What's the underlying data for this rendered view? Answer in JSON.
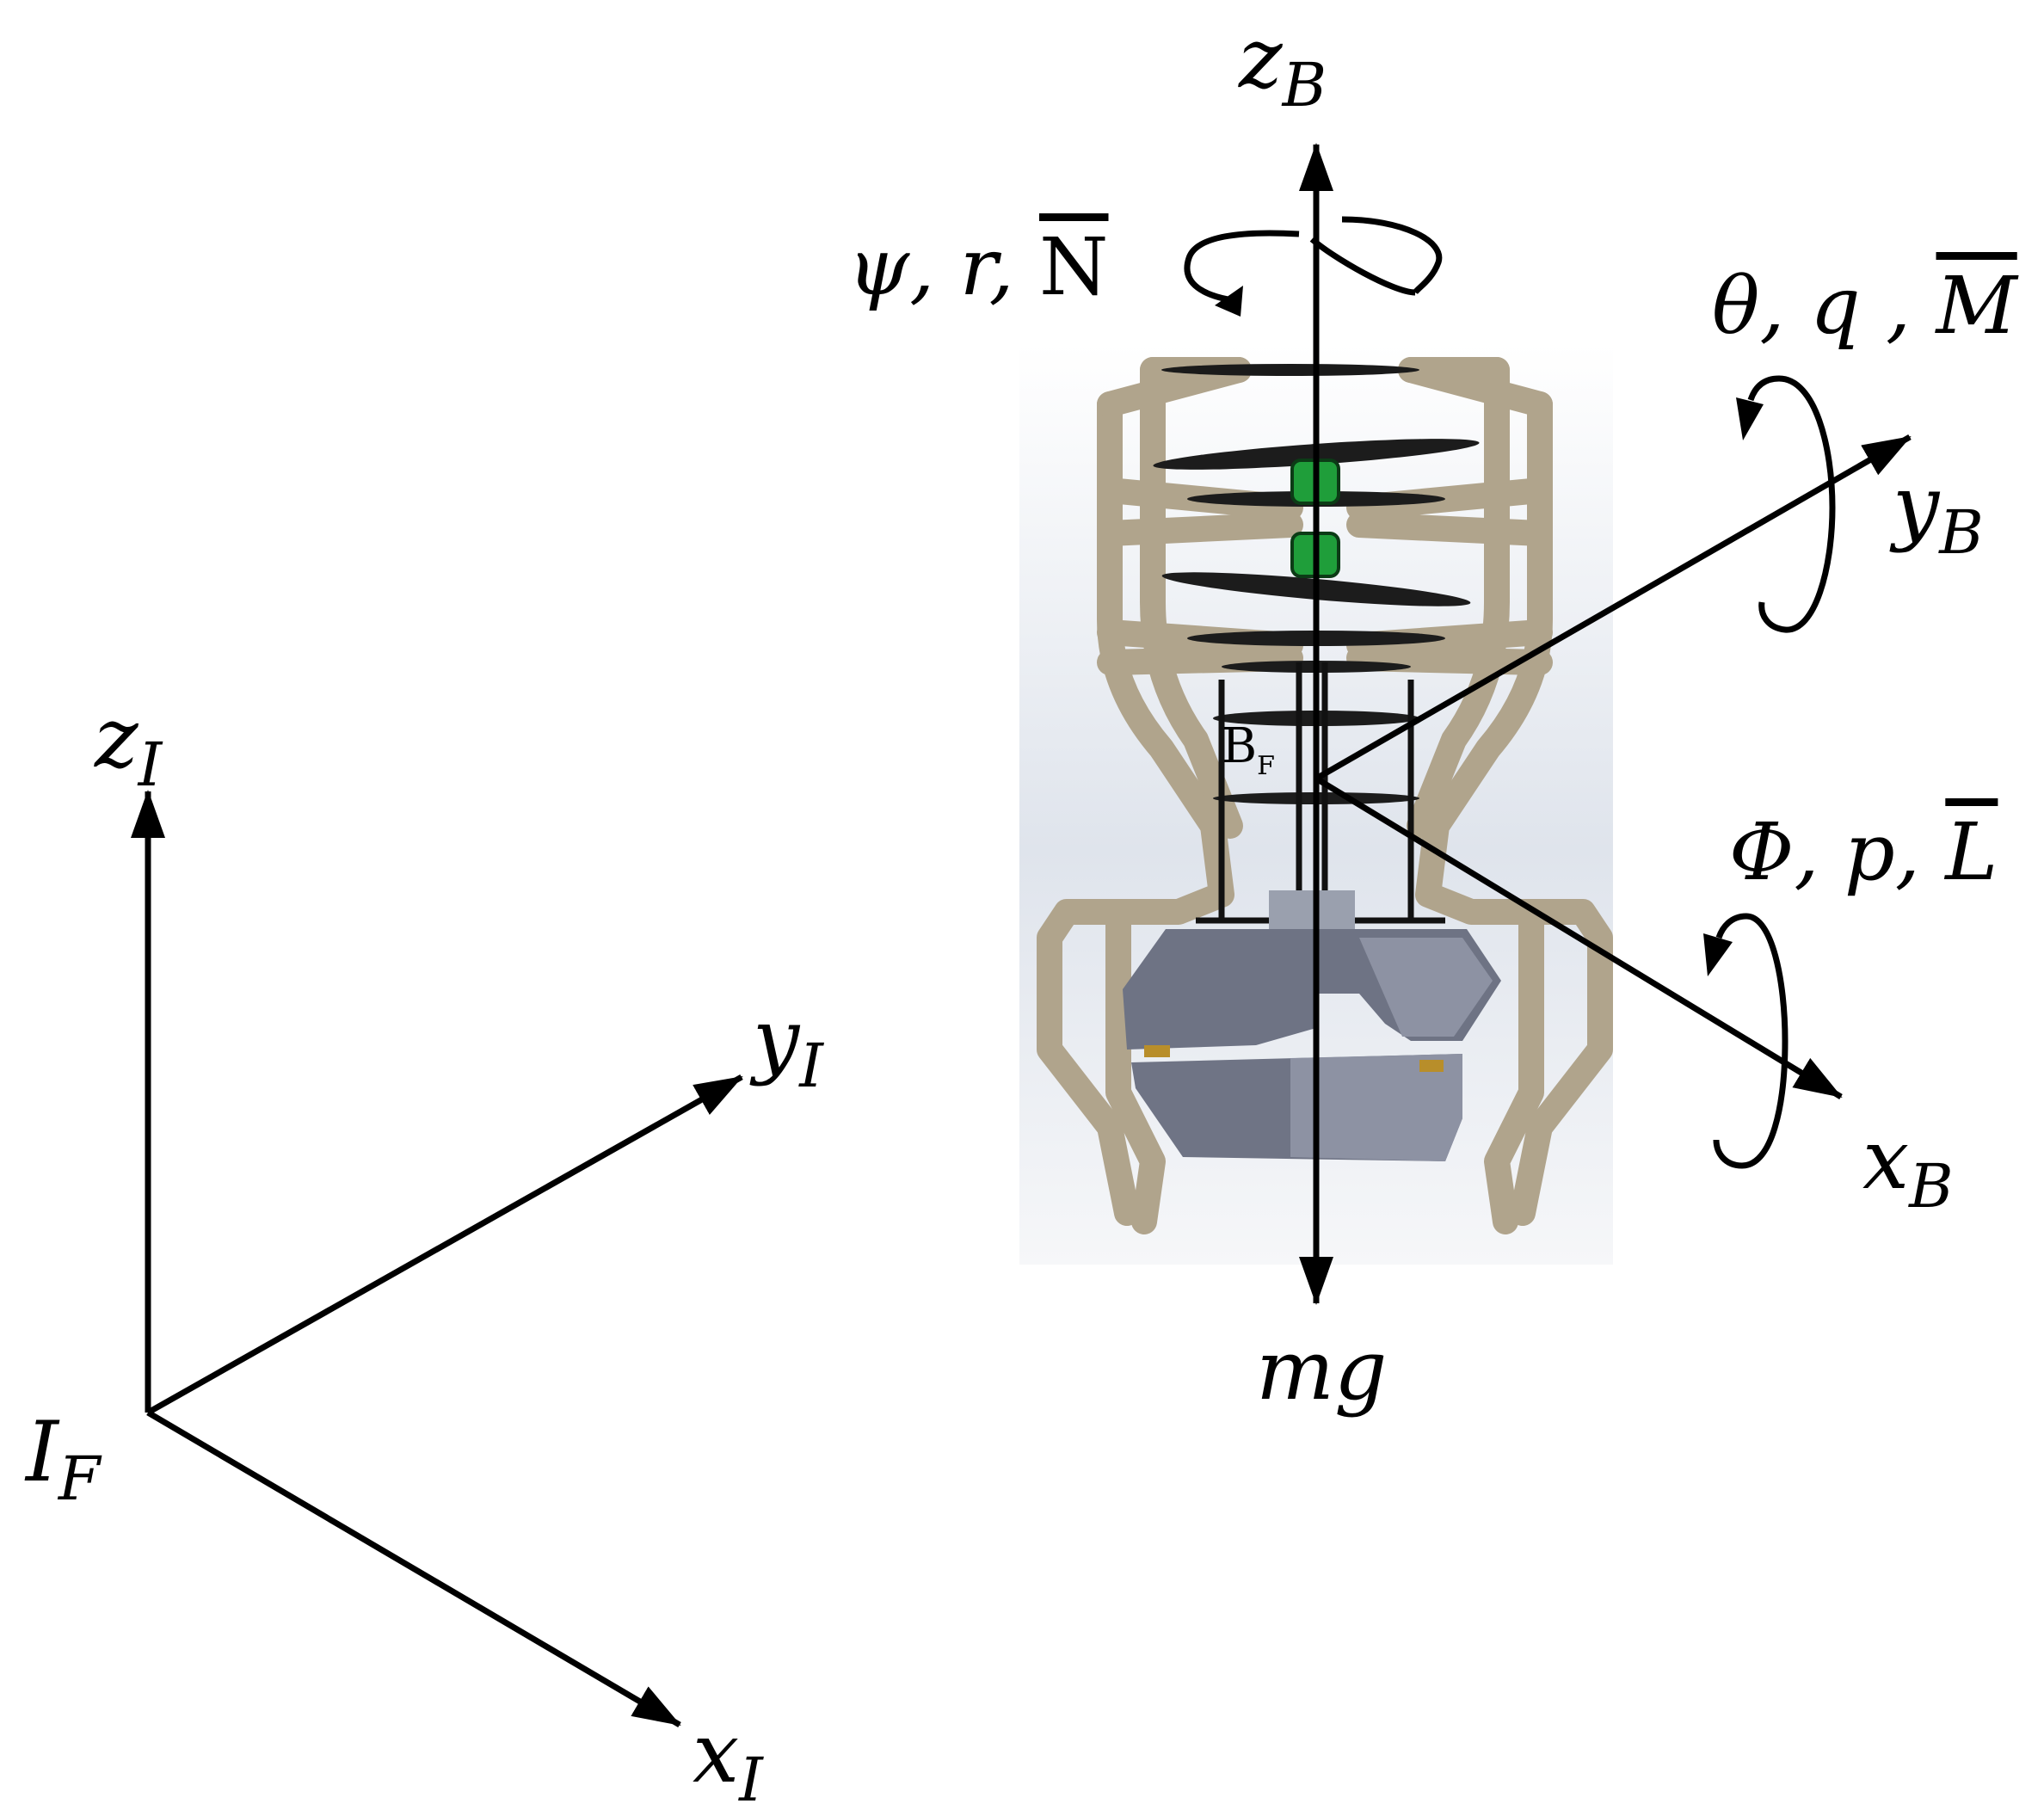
{
  "inertial_frame": {
    "origin": {
      "base": "I",
      "sub": "F"
    },
    "x_axis": {
      "base": "x",
      "sub": "I"
    },
    "y_axis": {
      "base": "y",
      "sub": "I"
    },
    "z_axis": {
      "base": "z",
      "sub": "I"
    }
  },
  "body_frame": {
    "origin": {
      "base": "B",
      "sub": "F"
    },
    "x_axis": {
      "base": "x",
      "sub": "B"
    },
    "y_axis": {
      "base": "y",
      "sub": "B"
    },
    "z_axis": {
      "base": "z",
      "sub": "B"
    }
  },
  "rotations": {
    "yaw": {
      "prefix": "ψ, r, ",
      "moment": "N"
    },
    "pitch": {
      "prefix": "θ, q , ",
      "moment": "M"
    },
    "roll": {
      "prefix": "Φ, p, ",
      "moment": "L"
    }
  },
  "gravity": "mg",
  "colors": {
    "axis": "#000000",
    "frame_tube": "#b0a48c",
    "gripper": "#6e7384",
    "motor": "#1f9e3a",
    "backdrop": "#e4e8ef"
  }
}
